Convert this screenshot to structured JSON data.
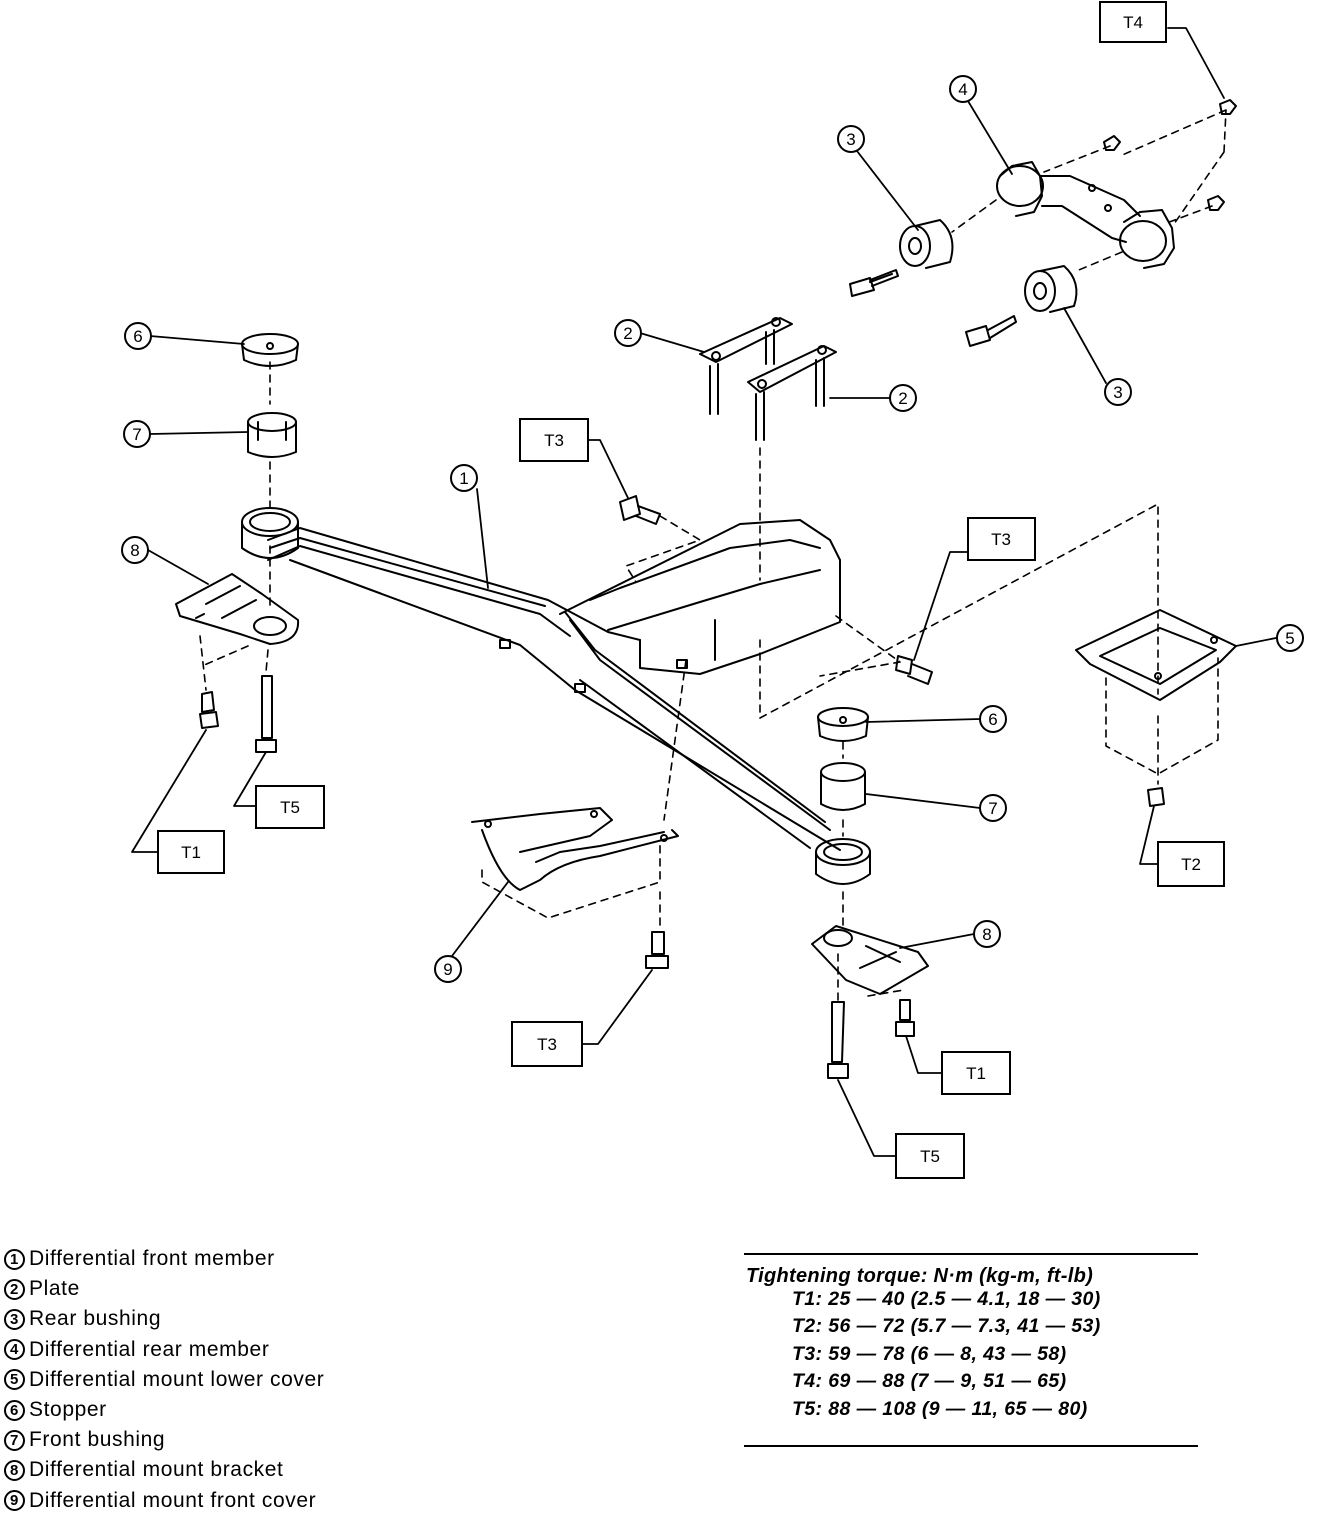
{
  "callouts": {
    "c1": "1",
    "c2a": "2",
    "c2b": "2",
    "c3a": "3",
    "c3b": "3",
    "c4": "4",
    "c5": "5",
    "c6a": "6",
    "c6b": "6",
    "c7a": "7",
    "c7b": "7",
    "c8a": "8",
    "c8b": "8",
    "c9": "9"
  },
  "torque_tags": {
    "t4_top": "T4",
    "t3_left": "T3",
    "t3_mid": "T3",
    "t3_bottom": "T3",
    "t5_left": "T5",
    "t5_right": "T5",
    "t1_left": "T1",
    "t1_right": "T1",
    "t2": "T2"
  },
  "legend": [
    {
      "num": "1",
      "label": "Differential front member"
    },
    {
      "num": "2",
      "label": "Plate"
    },
    {
      "num": "3",
      "label": "Rear bushing"
    },
    {
      "num": "4",
      "label": "Differential rear member"
    },
    {
      "num": "5",
      "label": "Differential mount lower cover"
    },
    {
      "num": "6",
      "label": "Stopper"
    },
    {
      "num": "7",
      "label": "Front bushing"
    },
    {
      "num": "8",
      "label": "Differential mount bracket"
    },
    {
      "num": "9",
      "label": "Differential mount front cover"
    }
  ],
  "torque": {
    "title": "Tightening torque: N·m (kg-m, ft-lb)",
    "rows": [
      "T1: 25 — 40 (2.5 — 4.1, 18 — 30)",
      "T2: 56 — 72 (5.7 — 7.3, 41 — 53)",
      "T3: 59 — 78 (6 — 8, 43 — 58)",
      "T4: 69 — 88 (7 — 9, 51 — 65)",
      "T5: 88 — 108 (9 — 11, 65 — 80)"
    ]
  }
}
